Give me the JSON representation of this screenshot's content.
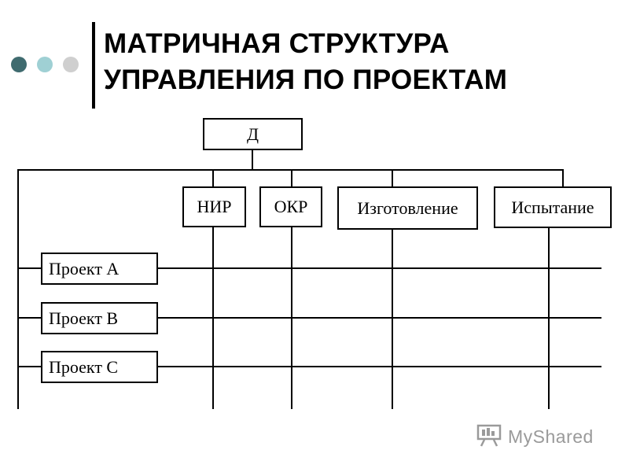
{
  "slide": {
    "title_line1": "МАТРИЧНАЯ СТРУКТУРА",
    "title_line2": "УПРАВЛЕНИЯ ПО ПРОЕКТАМ"
  },
  "colors": {
    "dot_dark": "#3f6b6f",
    "dot_light": "#9fd0d4",
    "dot_grey": "#cfcfcf",
    "line": "#000000",
    "watermark": "#9a9a9a"
  },
  "diagram": {
    "director": "Д",
    "departments": [
      "НИР",
      "ОКР",
      "Изготовление",
      "Испытание"
    ],
    "projects": [
      "Проект  А",
      "Проект  В",
      "Проект  С"
    ]
  },
  "watermark": {
    "icon": "presentation-board-icon",
    "text": "MyShared"
  }
}
